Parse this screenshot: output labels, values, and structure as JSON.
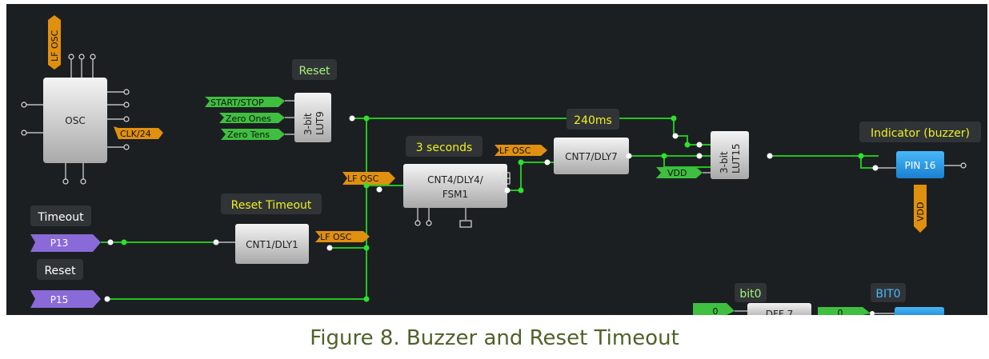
{
  "caption": "Figure 8. Buzzer and Reset Timeout",
  "colors": {
    "background": "#1c1f21",
    "wire": "#22c322",
    "block_fill": "#d7d7d7",
    "green_tag": "#3fbf3f",
    "orange_tag": "#e0900f",
    "purple_pin": "#8a6ad8",
    "blue_pin": "#2aa0e8",
    "label_yellow": "#f0f020",
    "label_green": "#a6f07a",
    "caption": "#4f6228"
  },
  "blocks": {
    "osc": "OSC",
    "osc_tag_top": "LF OSC",
    "osc_tag_out": "CLK/24",
    "lut9_line1": "3-bit",
    "lut9_line2": "LUT9",
    "cnt4_line1": "CNT4/DLY4/",
    "cnt4_line2": "FSM1",
    "cnt4_clk": "LF OSC",
    "cnt7": "CNT7/DLY7",
    "cnt7_clk": "LF OSC",
    "lut15_line1": "3-bit",
    "lut15_line2": "LUT15",
    "cnt1": "CNT1/DLY1",
    "cnt1_clk": "LF OSC",
    "pin16": "PIN 16",
    "pin16_vdd": "VDD",
    "lut15_vdd": "VDD",
    "dff_partial": "DFF 7",
    "bottom_tag1": "0",
    "bottom_tag2": "0"
  },
  "inputs": {
    "start_stop": "START/STOP",
    "zero_ones": "Zero Ones",
    "zero_tens": "Zero Tens"
  },
  "pins": {
    "p13": "P13",
    "p15": "P15"
  },
  "labels": {
    "reset_top": "Reset",
    "three_seconds": "3 seconds",
    "ms240": "240ms",
    "indicator": "Indicator (buzzer)",
    "timeout": "Timeout",
    "reset_pin": "Reset",
    "reset_timeout": "Reset Timeout",
    "bit0_lower": "bit0",
    "bit0_upper": "BIT0"
  }
}
